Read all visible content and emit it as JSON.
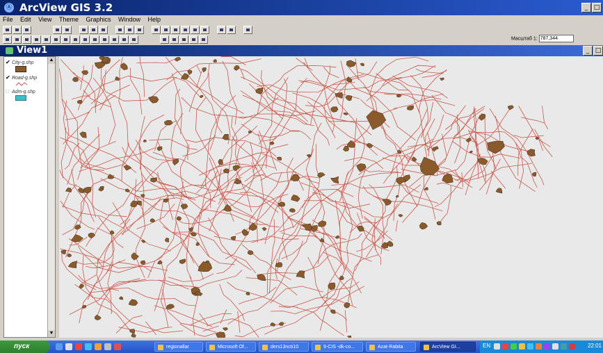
{
  "app": {
    "title": "ArcView GIS 3.2",
    "menus": [
      "File",
      "Edit",
      "View",
      "Theme",
      "Graphics",
      "Window",
      "Help"
    ],
    "scale_label": "Масштаб 1:",
    "scale_value": "787,344"
  },
  "view": {
    "title": "View1",
    "themes": [
      {
        "name": "City-g.shp",
        "checked": true,
        "symbol": "polygon",
        "color": "#8b5a2b"
      },
      {
        "name": "Road-g.shp",
        "checked": true,
        "symbol": "line",
        "color": "#c8584a"
      },
      {
        "name": "Adm-g.shp",
        "checked": false,
        "symbol": "polygon",
        "color": "#3cc0c8"
      }
    ]
  },
  "map": {
    "background_color": "#e9e9e9",
    "road_color": "#c8584a",
    "city_color": "#8b5a2b",
    "city_outline": "#3a2a1a"
  },
  "taskbar": {
    "start_label": "пуск",
    "tasks": [
      {
        "label": "regionallar",
        "active": false
      },
      {
        "label": "Microsoft Of...",
        "active": false
      },
      {
        "label": "ders13ncti10",
        "active": false
      },
      {
        "label": "9-CIS -dk-co...",
        "active": false
      },
      {
        "label": "Azat-Rabita",
        "active": false
      },
      {
        "label": "ArcView GI...",
        "active": true
      }
    ],
    "language": "EN",
    "clock": "22:01"
  }
}
